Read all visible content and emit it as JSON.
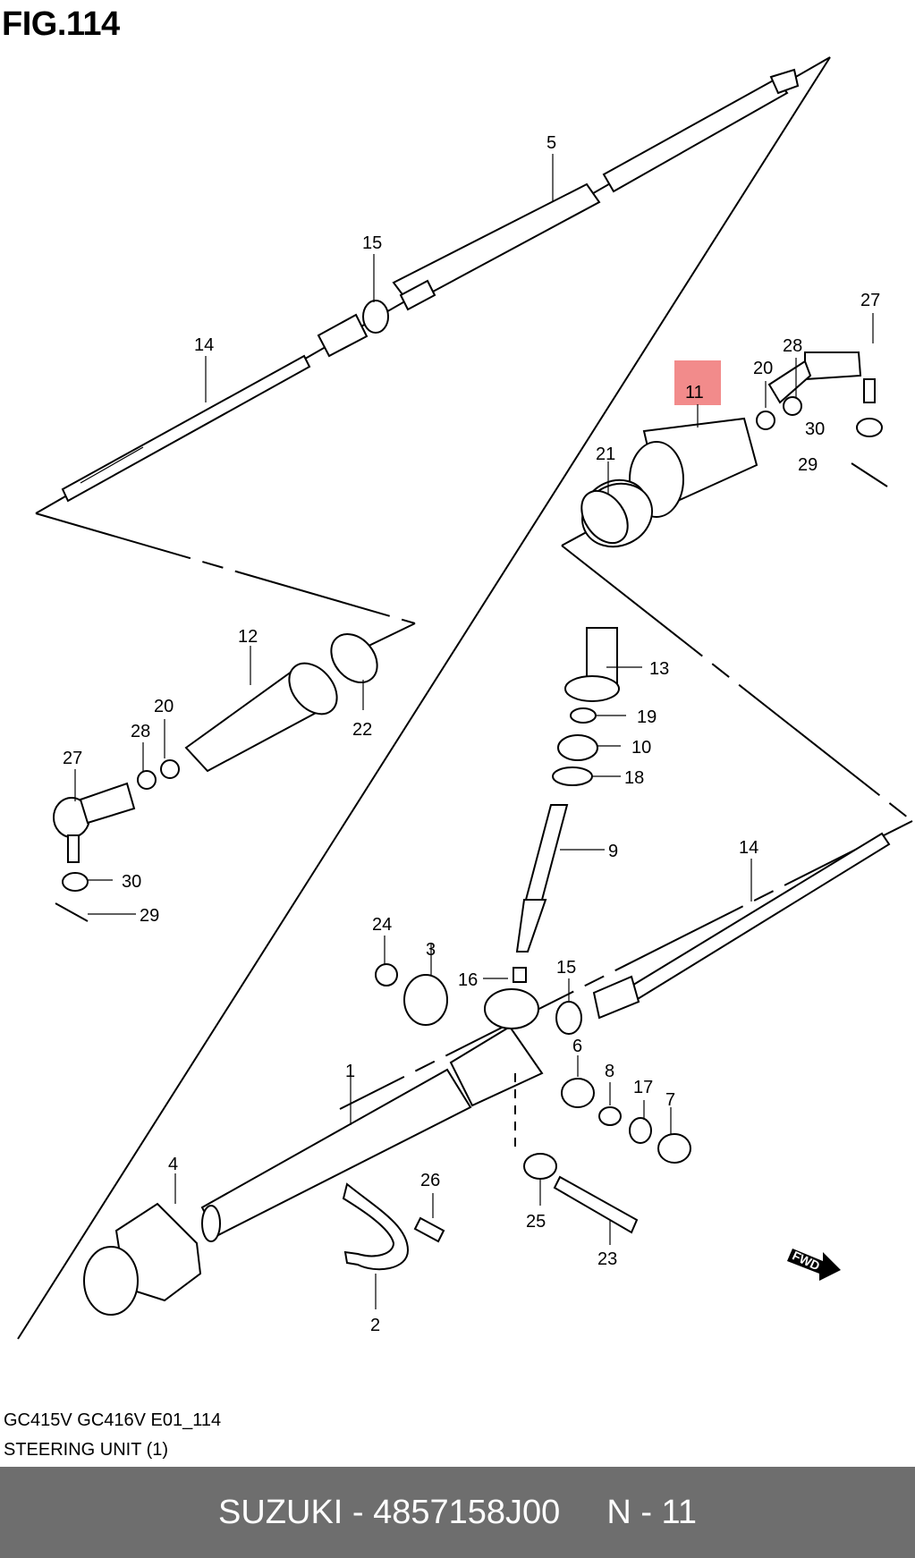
{
  "figure": {
    "title": "FIG.114",
    "caption_line1": "GC415V GC416V E01_114",
    "caption_line2": "STEERING UNIT (1)"
  },
  "diagram": {
    "highlight_color": "#f28b8b",
    "highlighted_callout": "11",
    "fwd_label": "FWD",
    "callouts": {
      "c1": "1",
      "c2": "2",
      "c3": "3",
      "c4": "4",
      "c5": "5",
      "c6": "6",
      "c7": "7",
      "c8": "8",
      "c9": "9",
      "c10": "10",
      "c11": "11",
      "c12": "12",
      "c13": "13",
      "c14a": "14",
      "c14b": "14",
      "c15a": "15",
      "c15b": "15",
      "c16": "16",
      "c17": "17",
      "c18": "18",
      "c19": "19",
      "c20a": "20",
      "c20b": "20",
      "c21": "21",
      "c22": "22",
      "c23": "23",
      "c24": "24",
      "c25": "25",
      "c26": "26",
      "c27a": "27",
      "c27b": "27",
      "c28a": "28",
      "c28b": "28",
      "c29a": "29",
      "c29b": "29",
      "c30a": "30",
      "c30b": "30"
    }
  },
  "footer": {
    "brand_part": "SUZUKI - 4857158J00",
    "ref": "N - 11",
    "background": "#6e6e6e"
  }
}
